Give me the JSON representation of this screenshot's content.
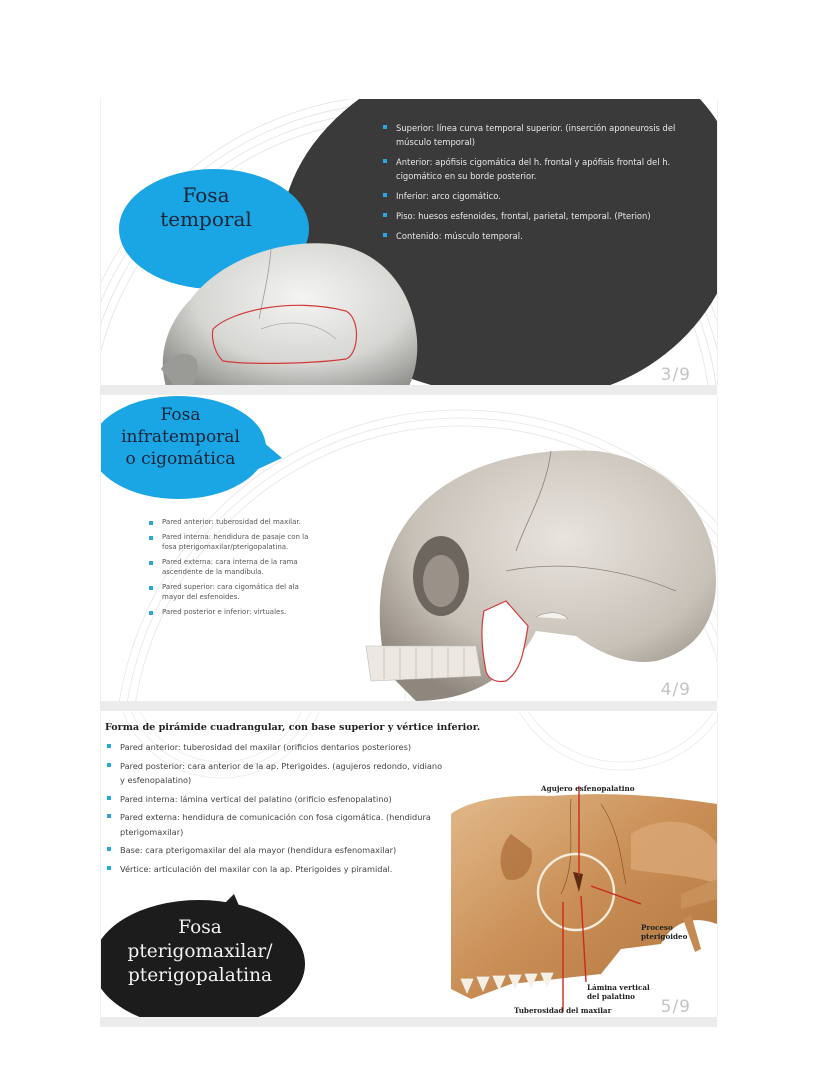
{
  "slides": [
    {
      "title": "Fosa temporal",
      "title_lines": [
        "Fosa",
        "temporal"
      ],
      "bullets": [
        "Superior: línea curva temporal superior. (inserción aponeurosis del músculo temporal)",
        "Anterior: apófisis cigomática del h. frontal y apófisis frontal del h. cigomático en su borde posterior.",
        "Inferior: arco cigomático.",
        "Piso: huesos esfenoides, frontal, parietal, temporal. (Pterion)",
        "Contenido: músculo temporal."
      ],
      "image": "skull-lateral-temporal-fossa-outlined",
      "page": "3/9"
    },
    {
      "title": "Fosa infratemporal o cigomática",
      "title_lines": [
        "Fosa",
        "infratemporal",
        "o cigomática"
      ],
      "bullets": [
        "Pared anterior: tuberosidad del maxilar.",
        "Pared interna: hendidura de pasaje con la fosa pterigomaxilar/pterigopalatina.",
        "Pared externa: cara interna de la rama ascendente de la mandíbula.",
        "Pared superior: cara cigomática del ala mayor del esfenoides.",
        "Pared posterior e inferior: virtuales."
      ],
      "image": "skull-lateral-infratemporal-fossa-outlined",
      "page": "4/9"
    },
    {
      "heading": "Forma de pirámide cuadrangular, con base superior y vértice inferior.",
      "title": "Fosa pterigomaxilar/ pterigopalatina",
      "title_lines": [
        "Fosa",
        "pterigomaxilar/",
        "pterigopalatina"
      ],
      "bullets": [
        "Pared anterior: tuberosidad del maxilar (orificios dentarios posteriores)",
        "Pared posterior: cara anterior de la ap. Pterigoides. (agujeros redondo, vidiano y esfenopalatino)",
        "Pared interna: lámina vertical del palatino (orificio esfenopalatino)",
        "Pared externa: hendidura de comunicación con fosa cigomática. (hendidura pterigomaxilar)",
        "Base: cara pterigomaxilar del ala mayor (hendidura esfenomaxilar)",
        "Vértice: articulación del maxilar con la ap. Pterigoides y piramidal."
      ],
      "image": "pterygopalatine-fossa-illustration",
      "image_labels": {
        "agujero": "Agujero esfenopalatino",
        "proceso": [
          "Proceso",
          "pterigoideo"
        ],
        "lamina": [
          "Lámina vertical",
          "del palatino"
        ],
        "tuberosidad": "Tuberosidad del maxilar"
      },
      "page": "5/9"
    }
  ],
  "colors": {
    "accent_blue": "#1aa6e4",
    "dark_panel": "#3a3a3a",
    "black_bubble": "#1c1c1c",
    "outline_red": "#d23a3a",
    "page_number": "#c4c4c4"
  }
}
